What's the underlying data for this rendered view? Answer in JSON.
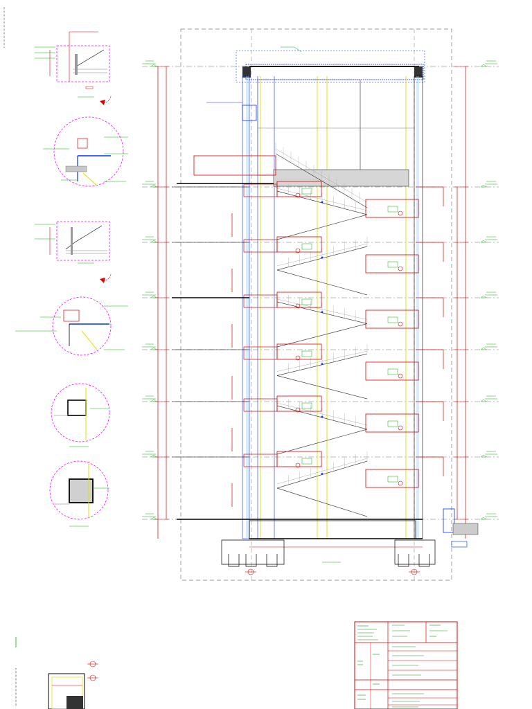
{
  "drawing": {
    "type": "stair section elevation",
    "colors": {
      "structure": "#e00000",
      "annotation": "#00b000",
      "glazing": "#0030ff",
      "handrail": "#e0e000",
      "detail_boundary": "#ff00ff",
      "linework": "#000000",
      "dash": "#7a7a7a"
    },
    "levels": [
      {
        "id": "roof"
      },
      {
        "id": "l6"
      },
      {
        "id": "l5"
      },
      {
        "id": "l4"
      },
      {
        "id": "l3"
      },
      {
        "id": "l2"
      },
      {
        "id": "l1"
      },
      {
        "id": "ground"
      }
    ],
    "detail_callouts": [
      {
        "id": "d1",
        "kind": "rect"
      },
      {
        "id": "d2",
        "kind": "circle"
      },
      {
        "id": "d3",
        "kind": "rect"
      },
      {
        "id": "d4",
        "kind": "circle"
      },
      {
        "id": "d5",
        "kind": "circle"
      },
      {
        "id": "d6",
        "kind": "circle"
      }
    ],
    "title_block": {
      "rows": 9,
      "cols": 3
    }
  }
}
